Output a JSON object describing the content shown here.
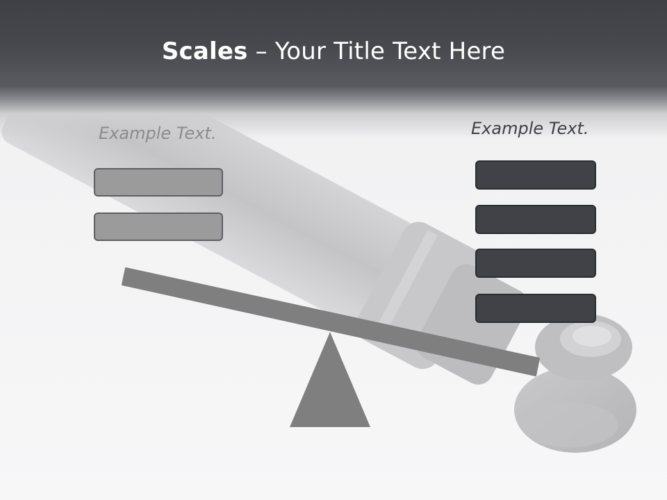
{
  "slide": {
    "title_bold": "Scales",
    "title_rest": " – Your Title Text Here"
  },
  "left_pan": {
    "caption": "Example Text.",
    "box_count": 2
  },
  "right_pan": {
    "caption": "Example Text.",
    "box_count": 4
  },
  "colors": {
    "title_band": "#45464b",
    "light_box": "#9b9b9c",
    "dark_box": "#414248",
    "beam": "#7f7f80",
    "fulcrum": "#7f7f80",
    "left_caption": "#8b8b8e",
    "right_caption": "#3f4045"
  }
}
